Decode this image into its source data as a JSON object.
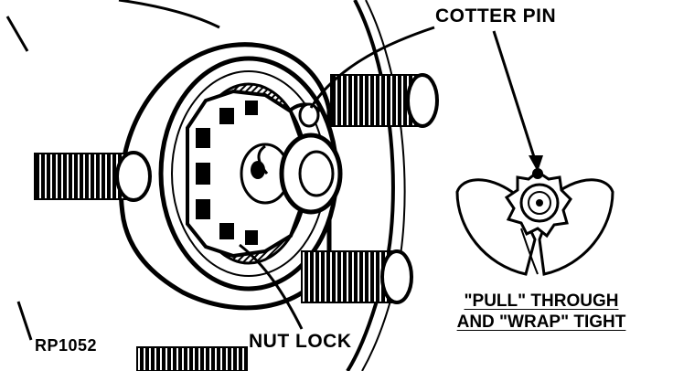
{
  "labels": {
    "cotter_pin": "COTTER PIN",
    "nut_lock": "NUT LOCK",
    "figure_id": "RP1052",
    "instruction_line1": "\"PULL\" THROUGH",
    "instruction_line2": "AND \"WRAP\" TIGHT"
  },
  "colors": {
    "ink": "#000000",
    "paper": "#ffffff"
  }
}
